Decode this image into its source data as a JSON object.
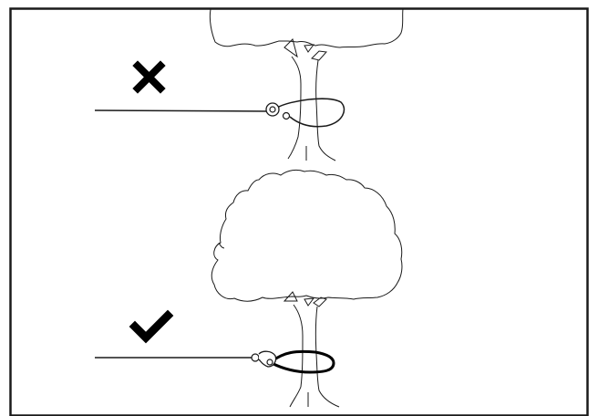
{
  "panels": [
    {
      "id": "wrong",
      "verdict": "incorrect",
      "mark_icon": "cross-icon",
      "description_icon": "tree-with-cable-loop-choke"
    },
    {
      "id": "right",
      "verdict": "correct",
      "mark_icon": "check-icon",
      "description_icon": "tree-with-cable-strap-basket"
    }
  ],
  "colors": {
    "line": "#1a1a1a",
    "border": "#1a1a1a",
    "background": "#ffffff",
    "mark": "#000000"
  }
}
